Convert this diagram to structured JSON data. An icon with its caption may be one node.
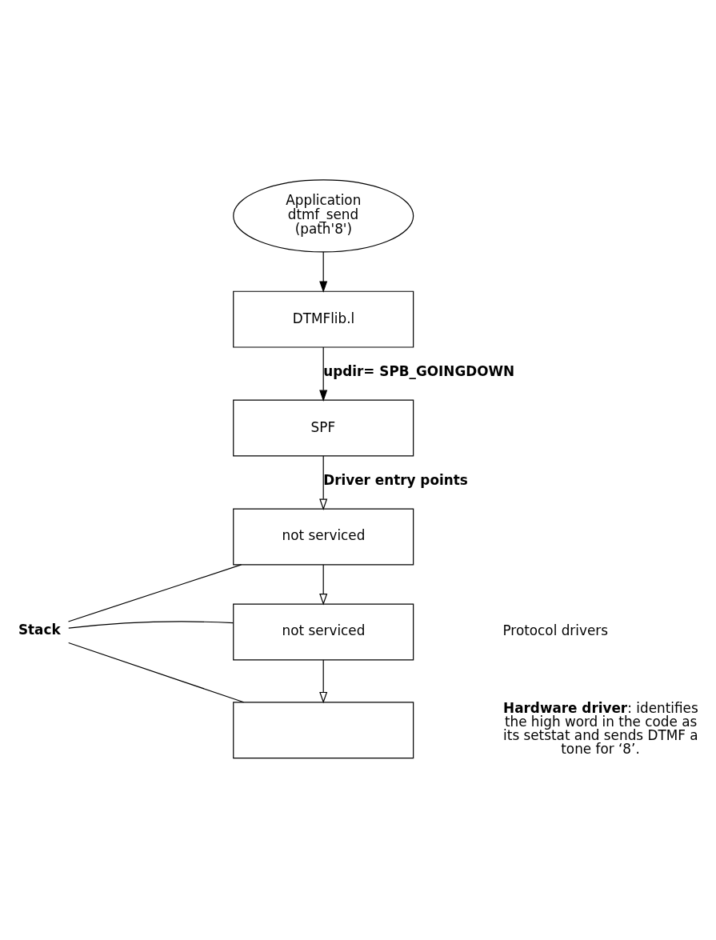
{
  "diagram": {
    "nodes": [
      {
        "text": [
          "Application dtmf_send (path'8')"
        ]
      },
      {
        "text": [
          "DTMFlib.l"
        ]
      },
      {
        "text": [
          "SPF"
        ]
      },
      {
        "text": [
          "not serviced"
        ]
      },
      {
        "text": [
          "not serviced"
        ]
      },
      {
        "text": [],
        "shape": "box"
      },
      {
        "text": [
          "Stack"
        ]
      }
    ],
    "edges": [
      {
        "from": 0,
        "to": 1,
        "arrow": "to"
      },
      {
        "from": 1,
        "to": 2,
        "arrow": "to",
        "label": "updir= SPB_GOINGDOWN"
      },
      {
        "from": 2,
        "to": 3,
        "arrow": "to",
        "label": "Driver entry points"
      },
      {
        "from": 3,
        "to": 4,
        "arrow": "to"
      },
      {
        "from": 4,
        "to": 5,
        "arrow": "to"
      },
      {
        "from": 6,
        "to": 3,
        "arrow": "none"
      },
      {
        "from": 6,
        "to": 4,
        "arrow": "none"
      },
      {
        "from": 6,
        "to": 5,
        "arrow": "none"
      }
    ],
    "labels": [
      "Protocol drivers",
      "**Hardware driver**: identifies the high word in the code as its setstat and sends DTMF a tone for ‘8’."
    ]
  }
}
